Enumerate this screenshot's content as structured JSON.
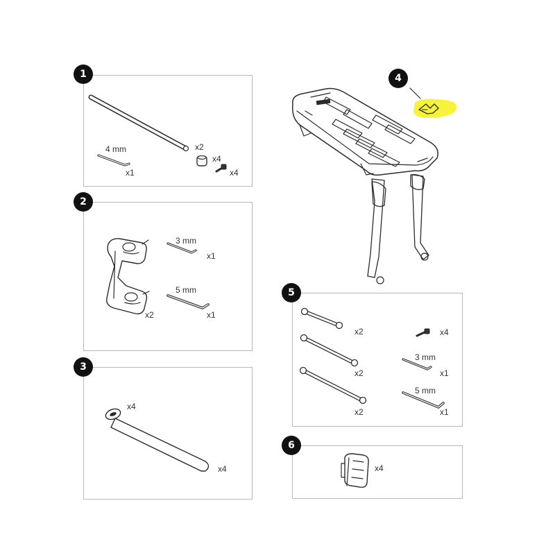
{
  "sections": [
    {
      "number": "1",
      "labels": [
        "4 mm",
        "x1",
        "x2",
        "x4",
        "x4"
      ]
    },
    {
      "number": "2",
      "labels": [
        "3 mm",
        "x1",
        "5 mm",
        "x1",
        "x2"
      ]
    },
    {
      "number": "3",
      "labels": [
        "x4",
        "x4"
      ]
    },
    {
      "number": "4",
      "labels": []
    },
    {
      "number": "5",
      "labels": [
        "x2",
        "x2",
        "x2",
        "x4",
        "3 mm",
        "x1",
        "5 mm",
        "x1"
      ]
    },
    {
      "number": "6",
      "labels": [
        "x4"
      ]
    }
  ],
  "colors": {
    "highlight": "#f7f33a",
    "ink": "#2a2a2a",
    "border": "#b8b8b8"
  },
  "icons": [
    "rod",
    "spacer",
    "screw",
    "allen-key",
    "mount-clamp",
    "strap",
    "rear-rack",
    "key",
    "arm",
    "reflector-clip"
  ]
}
